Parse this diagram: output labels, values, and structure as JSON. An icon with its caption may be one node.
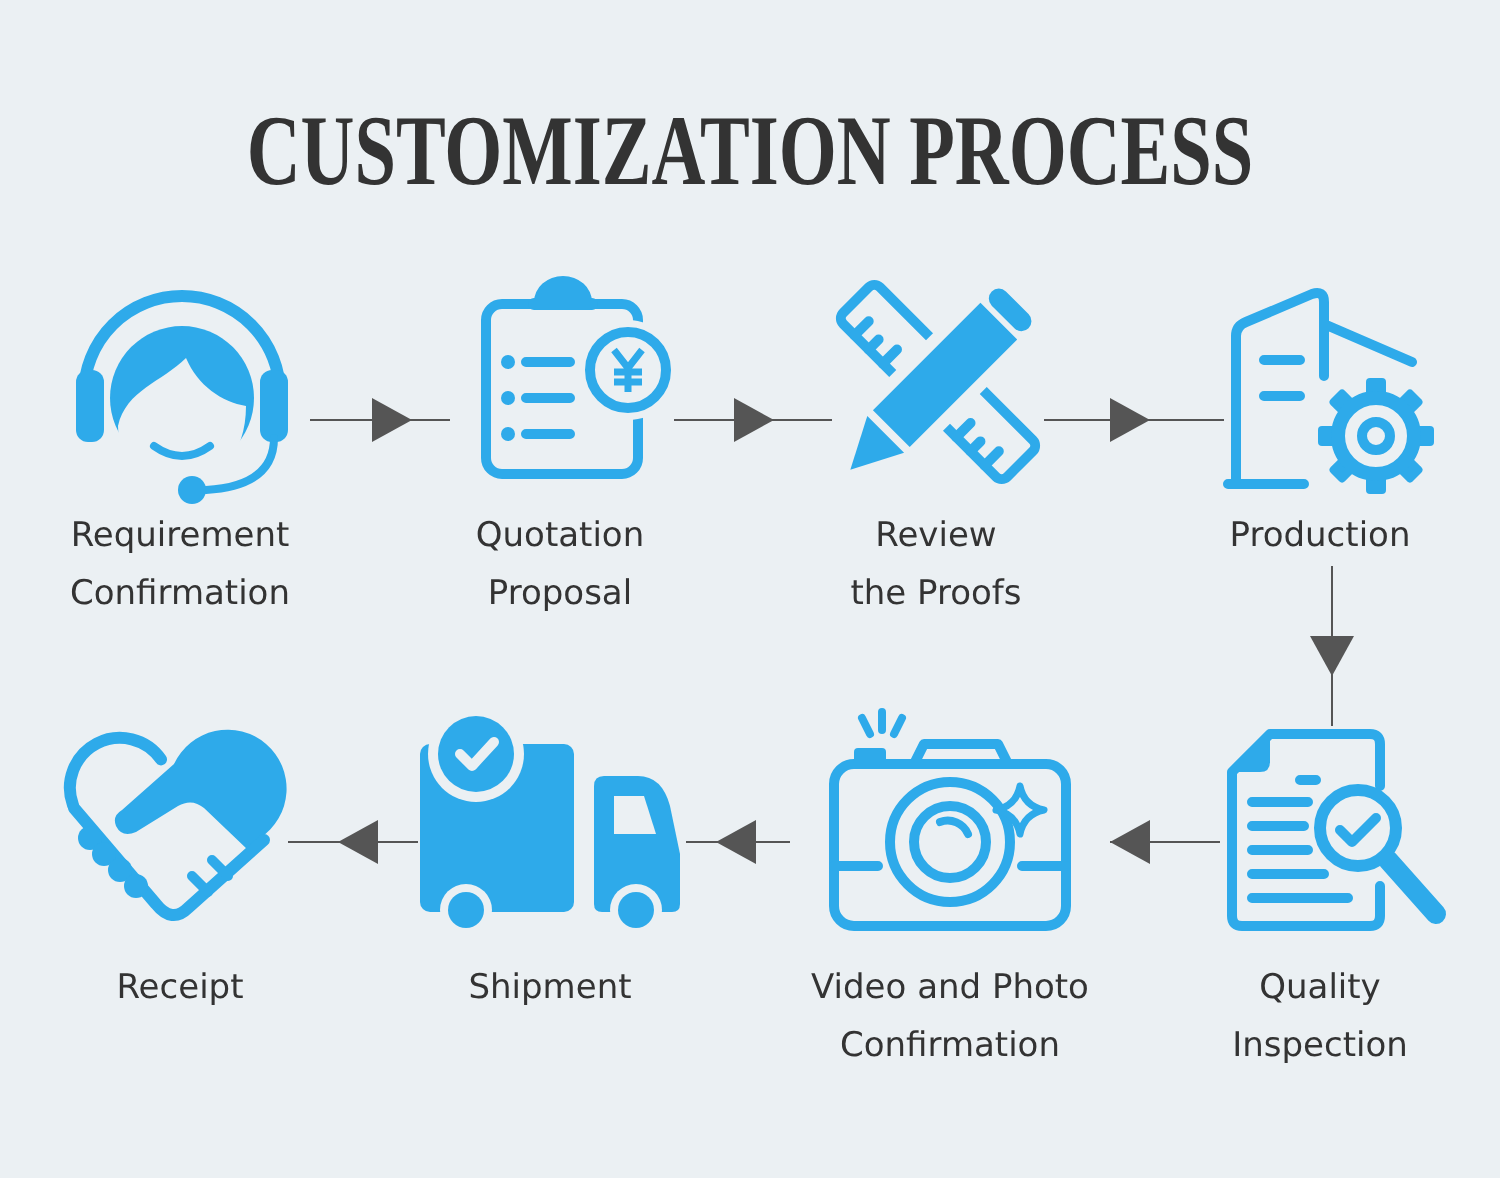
{
  "diagram": {
    "title": "CUSTOMIZATION PROCESS",
    "nodes": [
      {
        "text": [
          "Requirement Confirmation"
        ]
      },
      {
        "text": [
          "Quotation Proposal"
        ]
      },
      {
        "text": [
          "Review the Proofs"
        ]
      },
      {
        "text": [
          "Production"
        ]
      },
      {
        "text": [
          "Quality Inspection"
        ]
      },
      {
        "text": [
          "Video and Photo Confirmation"
        ]
      },
      {
        "text": [
          "Shipment"
        ]
      },
      {
        "text": [
          "Receipt"
        ]
      }
    ],
    "edges": [
      {
        "from": 0,
        "to": 1,
        "arrow": "to"
      },
      {
        "from": 1,
        "to": 2,
        "arrow": "to"
      },
      {
        "from": 2,
        "to": 3,
        "arrow": "to"
      },
      {
        "from": 3,
        "to": 4,
        "arrow": "to"
      },
      {
        "from": 4,
        "to": 5,
        "arrow": "to"
      },
      {
        "from": 5,
        "to": 6,
        "arrow": "to"
      },
      {
        "from": 6,
        "to": 7,
        "arrow": "to"
      }
    ]
  }
}
